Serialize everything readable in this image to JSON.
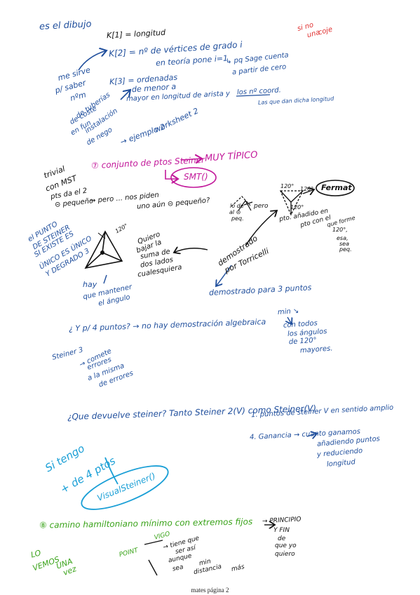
{
  "header": {
    "dibujo": "es el dibujo",
    "k1": "K[1] = longitud",
    "k2a": "K[2] = nº de vértices de grado i",
    "k2b": "en teoría pone i=1",
    "sage_a": "↳ pq Sage cuenta",
    "sage_b": "a partir de cero",
    "corner_a": "si no",
    "corner_b": "una",
    "corner_c": "coje"
  },
  "left_notes": {
    "me_sirve": "me sirve",
    "p_saber": "p/ saber",
    "num": "nºm",
    "tuberias": "de tuberías",
    "de_coste": "de coste",
    "enfun": "en fun",
    "instalacion": "instalación",
    "negocio": "de nego",
    "ejemplo": "→ ejemplo 2",
    "worksheet": "worksheet 2"
  },
  "k3": {
    "a": "K[3] = ordenadas",
    "b": "de menor a",
    "c": "mayor en longitud de arista y",
    "coord": "los nº coord.",
    "d": "Las que dan dicha longitud"
  },
  "steiner": {
    "heading": "⑦ conjunto de ptos Steiner",
    "muy_tipico": "MUY TÍPICO",
    "smt": "SMT()",
    "fermat": "Fermat",
    "trivial_a": "trivial",
    "trivial_b": "con MST",
    "pts_el": "pts da el 2",
    "pequeno": "⊝ pequeño",
    "pero": "→ pero ... nos piden",
    "uno_aun": "uno aún ⊝ pequeño?",
    "lo_de": "lo de",
    "al": "al ⊝",
    "peq": "peq.",
    "pero2": "pero",
    "ang120": "120°",
    "ang120b": "120°",
    "ang120c": "120°",
    "pto_a": "pto. añadido en",
    "pto_b": "pto con el",
    "pto_c": "que forme",
    "pto_d": "120°,",
    "pto_e": "esa,",
    "pto_f": "sea",
    "pto_g": "peq.",
    "el_punto_1": "el PUNTO",
    "el_punto_2": "DE STEINER",
    "el_punto_3": "SI EXISTE ES",
    "el_punto_4": "ÚNICO ES ÚNICO",
    "el_punto_5": "Y DEGRADO 3",
    "quiero_1": "Quiero",
    "quiero_2": "bajar la",
    "quiero_3": "suma de",
    "quiero_4": "dos lados",
    "quiero_5": "cualesquiera",
    "hay_1": "hay",
    "hay_2": "que mantener",
    "hay_3": "el ángulo",
    "ang120d": "120°",
    "demostrado_1": "demostrado",
    "demostrado_2": "por Torricelli",
    "demostrado_3": "demostrado para 3 puntos"
  },
  "four_points": {
    "question": "¿ Y p/ 4 puntos? → no hay demostración algebraica",
    "min": "min ↘",
    "con_todos": "con todos",
    "angulos": "los ángulos",
    "de120": "de 120°",
    "mayores": "mayores.",
    "steiner3": "Steiner 3",
    "comete": "→ comete",
    "errores": "errores",
    "misma": "a la misma",
    "de_errores": "de errores"
  },
  "returns": {
    "question": "¿Que devuelve steiner? Tanto Steiner 2(V) como Steiner(V)",
    "item1": "1. puntos de  steiner V en sentido amplio",
    "item2": "4. Ganancia → cuanto ganamos",
    "item2b": "añadiendo puntos",
    "item2c": "y reduciendo",
    "item2d": "longitud"
  },
  "four_pts": {
    "si_tengo": "Si tengo",
    "de_4": "+ de 4 ptos",
    "visual": "VisualSteiner()"
  },
  "hamilton": {
    "heading": "⑧ camino hamiltoniano mínimo con extremos fijos",
    "principio": "→ PRINCIPIO",
    "y_fin": "Y FIN",
    "de": "de",
    "que_yo": "que yo",
    "quiero": "quiero",
    "lo": "LO",
    "vemos": "VEMOS",
    "una": "UNA",
    "vez": "vez",
    "point": "POINT",
    "vigo": "VIGO",
    "tiene": "→ tiene que",
    "ser_asi": "ser así",
    "aunque": "aunque",
    "sea": "sea",
    "min": "min",
    "distancia": "distancia",
    "mas": "más"
  },
  "footer": {
    "page": "mates página 2"
  }
}
